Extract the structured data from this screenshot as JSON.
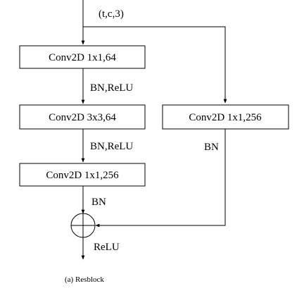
{
  "input_label": "(t,c,3)",
  "blocks": {
    "conv1": "Conv2D 1x1,64",
    "conv2": "Conv2D 3x3,64",
    "conv3": "Conv2D 1x1,256",
    "shortcut_conv": "Conv2D 1x1,256"
  },
  "edge_labels": {
    "after_conv1": "BN,ReLU",
    "after_conv2": "BN,ReLU",
    "after_conv3": "BN",
    "after_shortcut": "BN",
    "after_add": "ReLU"
  },
  "caption": "(a) Resblock"
}
